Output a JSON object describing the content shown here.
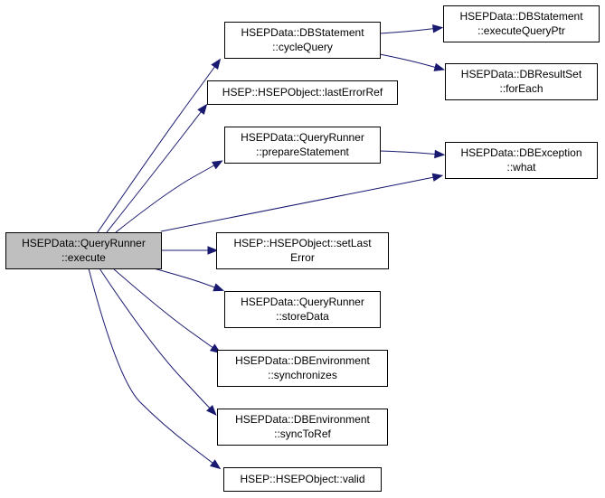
{
  "nodes": [
    {
      "id": "root",
      "lines": [
        "HSEPData::QueryRunner",
        "::execute"
      ]
    },
    {
      "id": "cycleQuery",
      "lines": [
        "HSEPData::DBStatement",
        "::cycleQuery"
      ]
    },
    {
      "id": "executeQueryPtr",
      "lines": [
        "HSEPData::DBStatement",
        "::executeQueryPtr"
      ]
    },
    {
      "id": "forEach",
      "lines": [
        "HSEPData::DBResultSet",
        "::forEach"
      ]
    },
    {
      "id": "lastErrorRef",
      "lines": [
        "HSEP::HSEPObject::lastErrorRef"
      ]
    },
    {
      "id": "prepareStatement",
      "lines": [
        "HSEPData::QueryRunner",
        "::prepareStatement"
      ]
    },
    {
      "id": "what",
      "lines": [
        "HSEPData::DBException",
        "::what"
      ]
    },
    {
      "id": "setLastError",
      "lines": [
        "HSEP::HSEPObject::setLast",
        "Error"
      ]
    },
    {
      "id": "storeData",
      "lines": [
        "HSEPData::QueryRunner",
        "::storeData"
      ]
    },
    {
      "id": "synchronizes",
      "lines": [
        "HSEPData::DBEnvironment",
        "::synchronizes"
      ]
    },
    {
      "id": "syncToRef",
      "lines": [
        "HSEPData::DBEnvironment",
        "::syncToRef"
      ]
    },
    {
      "id": "valid",
      "lines": [
        "HSEP::HSEPObject::valid"
      ]
    }
  ],
  "edges": [
    {
      "from": "root",
      "to": "cycleQuery"
    },
    {
      "from": "root",
      "to": "lastErrorRef"
    },
    {
      "from": "root",
      "to": "prepareStatement"
    },
    {
      "from": "root",
      "to": "what"
    },
    {
      "from": "root",
      "to": "setLastError"
    },
    {
      "from": "root",
      "to": "storeData"
    },
    {
      "from": "root",
      "to": "synchronizes"
    },
    {
      "from": "root",
      "to": "syncToRef"
    },
    {
      "from": "root",
      "to": "valid"
    },
    {
      "from": "cycleQuery",
      "to": "executeQueryPtr"
    },
    {
      "from": "cycleQuery",
      "to": "forEach"
    },
    {
      "from": "prepareStatement",
      "to": "what"
    }
  ]
}
